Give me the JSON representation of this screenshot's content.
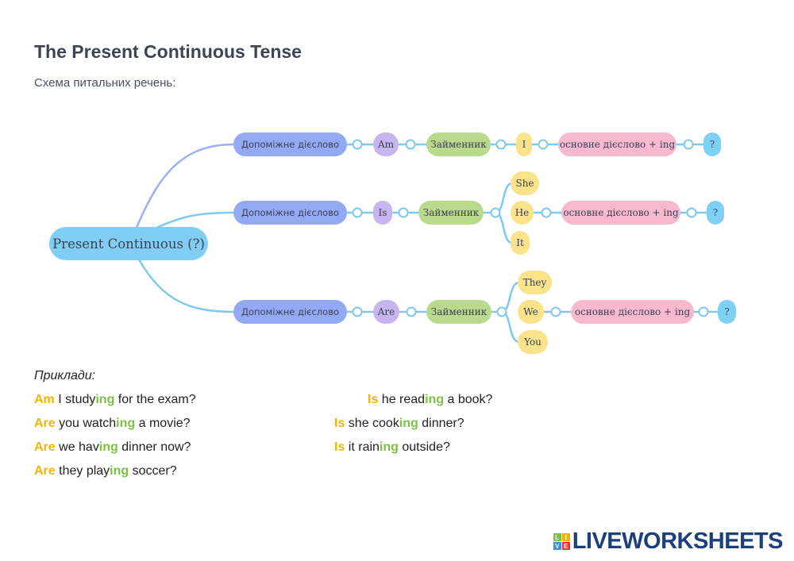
{
  "title": "The Present Continuous Tense",
  "subtitle": "Схема питальних речень:",
  "diagram": {
    "root": "Present Continuous (?)",
    "aux": "Допоміжне дієслово",
    "pronoun": "Займенник",
    "main": "основне дієслово + ing",
    "q": "?",
    "rows": [
      {
        "verb": "Am",
        "pronouns": [
          "I"
        ]
      },
      {
        "verb": "Is",
        "pronouns": [
          "She",
          "He",
          "It"
        ]
      },
      {
        "verb": "Are",
        "pronouns": [
          "They",
          "We",
          "You"
        ]
      }
    ]
  },
  "examples_label": "Приклади:",
  "examples": [
    {
      "aux": "Am",
      "pre": " I study",
      "ing": "ing",
      "post": " for the exam?"
    },
    {
      "aux": "Are",
      "pre": " you watch",
      "ing": "ing",
      "post": " a movie?"
    },
    {
      "aux": "Are",
      "pre": " we hav",
      "ing": "ing",
      "post": " dinner now?"
    },
    {
      "aux": "Are",
      "pre": " they play",
      "ing": "ing",
      "post": " soccer?"
    },
    {
      "aux": "Is",
      "pre": " he read",
      "ing": "ing",
      "post": " a book?"
    },
    {
      "aux": "Is",
      "pre": " she cook",
      "ing": "ing",
      "post": " dinner?"
    },
    {
      "aux": "Is",
      "pre": " it rain",
      "ing": "ing",
      "post": " outside?"
    }
  ],
  "logo": {
    "text": "LIVEWORKSHEETS",
    "letters": [
      "L",
      "I",
      "V",
      "E"
    ]
  },
  "colors": {
    "line": "#7fc9ee",
    "aux": "#93a9f4"
  }
}
